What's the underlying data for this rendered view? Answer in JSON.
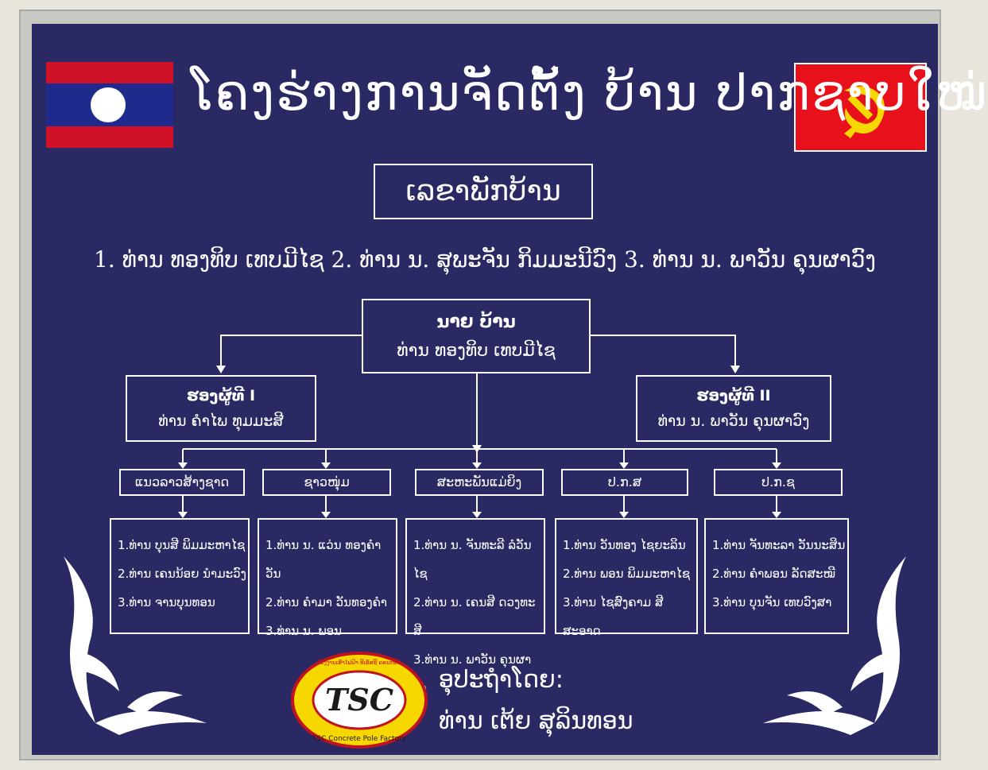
{
  "title": "ໂຄງຮ່າງການຈັດຕັ້ງ ບ້ານ ປາກຊາບໃໝ່",
  "secretary_label": "ເລຂາພັກບ້ານ",
  "secretaries": "1. ທ່ານ ທອງທິບ ເທບມີໄຊ  2. ທ່ານ ນ. ສຸພະຈັນ ກິມມະນີວົງ 3. ທ່ານ ນ. ພາວັນ ຄຸນຜາວົງ",
  "chief": {
    "title": "ນາຍ ບ້ານ",
    "name": "ທ່ານ ທອງທິບ ເທບມີໄຊ"
  },
  "deputy1": {
    "title": "ຮອງຜູ້ທີ I",
    "name": "ທ່ານ ຄຳໄພ ທຸມມະສີ"
  },
  "deputy2": {
    "title": "ຮອງຜູ້ທີ II",
    "name": "ທ່ານ ນ. ພາວັນ ຄຸນຜາວົງ"
  },
  "orgs": [
    {
      "label": "ແນວລາວສ້າງຊາດ",
      "members": [
        "1.ທ່ານ ບຸນສີ ພິມມະຫາໄຊ",
        "2.ທ່ານ ເຄນນ້ອຍ ນຳມະວົງ",
        "3.ທ່ານ ຈານບຸນທອນ"
      ]
    },
    {
      "label": "ຊາວໜຸ່ມ",
      "members": [
        "1.ທ່ານ ນ. ແວ່ນ ທອງຄຳວັນ",
        "2.ທ່ານ ຄຳມາ ວັນທອງຄຳ",
        "3.ທ່ານ ນ. ພອນ"
      ]
    },
    {
      "label": "ສະຫະພັນແມ່ຍິງ",
      "members": [
        "1.ທ່ານ ນ. ຈັນທະລີ ລໍວັນໄຊ",
        "2.ທ່ານ ນ. ເຄນສີ ດວງທະສີ",
        "3.ທ່ານ ນ. ພາວັນ ຄຸນຜາວົງ"
      ]
    },
    {
      "label": "ປ.ກ.ສ",
      "members": [
        "1.ທ່ານ ວັນທອງ ໄຊຍະລິນ",
        "2.ທ່ານ ພອນ ພິມມະຫາໄຊ",
        "3.ທ່ານ ໄຊສົງຄາມ ສີສະອາດ"
      ]
    },
    {
      "label": "ປ.ກ.ຊ",
      "members": [
        "1.ທ່ານ ຈັນທະລາ ວັນນະສິນ",
        "2.ທ່ານ ຄຳພອນ ລັດສະໝີ",
        "3.ທ່ານ ບຸນຈັນ ເທບວົງສາ"
      ]
    }
  ],
  "sponsor_label": "ອຸປະຖຳໂດຍ:",
  "sponsor_name": "ທ່ານ ເຕ້ຍ ສຸລິນທອນ",
  "logo": {
    "initials": "TSC",
    "ring_text": "TSC Concrete Pole Factory",
    "top_text": "ໂຮງງານເສົາໄຟຟ້າ ທີເອັສຊີ ຄອນກຣີດ"
  },
  "colors": {
    "board": "#2a2963",
    "lao_red": "#ce1126",
    "lao_blue": "#002868",
    "flag_red": "#e8101a",
    "emblem_yellow": "#f7d700"
  }
}
